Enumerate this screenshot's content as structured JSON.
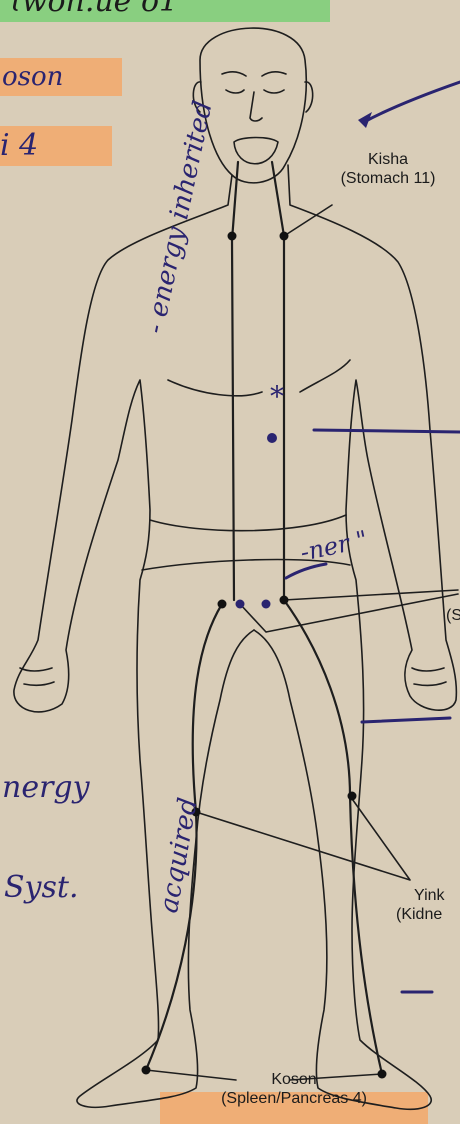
{
  "header": {
    "partial_title": "ɩwon.ue o1"
  },
  "margin_notes": {
    "koson_top": "oson",
    "number_top": "i 4",
    "energy_inherited": "- energy inherited",
    "star_note": "*",
    "ner_note": "-ner \"",
    "energy_left": "nergy",
    "syst_left": "Syst.",
    "acquired": "acquired"
  },
  "points": {
    "kisha": {
      "name": "Kisha",
      "detail": "(Stomach 11)"
    },
    "yinkoku_partial": {
      "name": "Yink",
      "detail": "(Kidne"
    },
    "right_partial": {
      "detail": "(S"
    },
    "koson": {
      "name": "Koson",
      "detail": "(Spleen/Pancreas 4)"
    }
  },
  "colors": {
    "paper": "#d9cdb8",
    "ink_print": "#1b1b1b",
    "ink_pen": "#2a2470",
    "highlight_orange": "#f2a86a",
    "highlight_green": "#7fcf7a"
  }
}
